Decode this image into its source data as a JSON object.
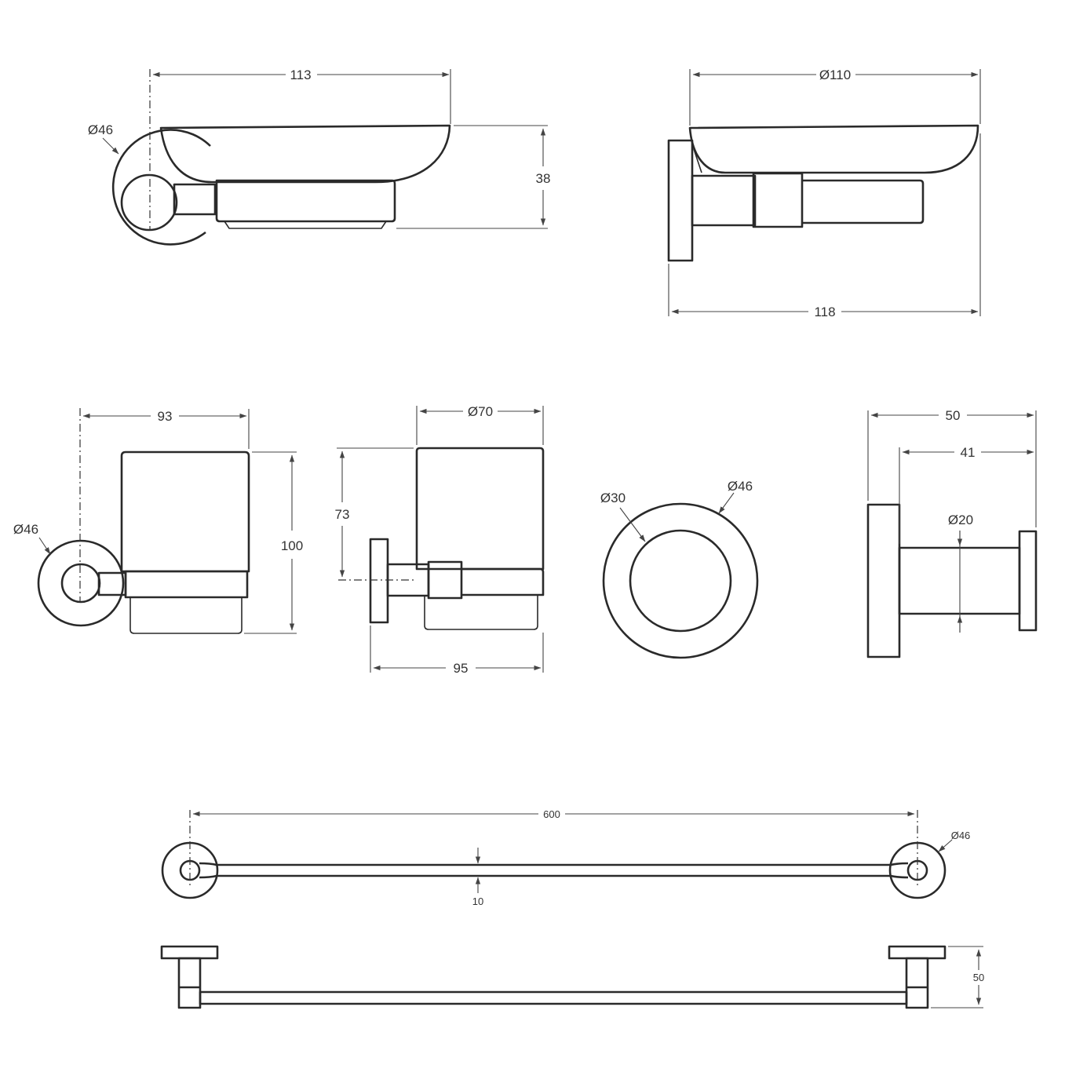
{
  "colors": {
    "line": "#2a2a2a",
    "dimension": "#444444",
    "background": "#ffffff"
  },
  "soap_dish": {
    "front": {
      "width": "113",
      "height": "38",
      "flange_dia": "Ø46"
    },
    "side": {
      "dish_dia": "Ø110",
      "depth": "118"
    }
  },
  "tumbler_holder": {
    "front": {
      "width": "93",
      "height": "100",
      "flange_dia": "Ø46"
    },
    "side": {
      "cup_dia": "Ø70",
      "cup_height": "73",
      "depth": "95"
    }
  },
  "flange": {
    "inner_dia": "Ø30",
    "outer_dia": "Ø46"
  },
  "robe_hook": {
    "depth": "50",
    "arm_length": "41",
    "post_dia": "Ø20"
  },
  "towel_rail": {
    "front": {
      "length": "600",
      "bar_dia": "10",
      "flange_dia": "Ø46"
    },
    "side": {
      "projection": "50"
    }
  }
}
